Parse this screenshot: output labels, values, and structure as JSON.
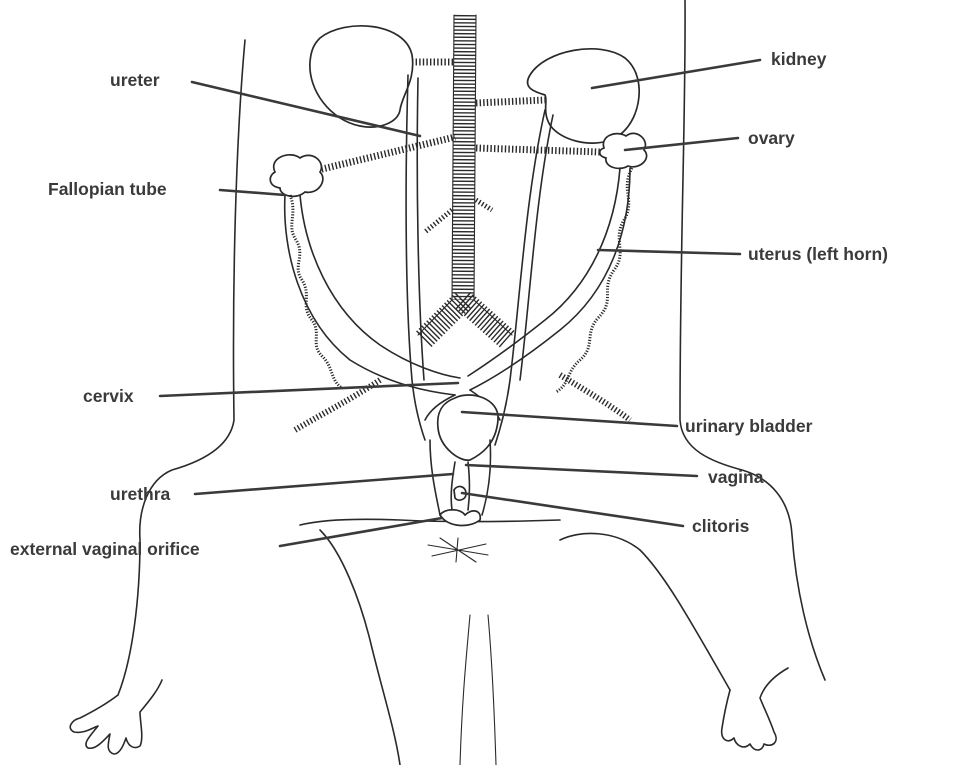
{
  "labels": {
    "ureter": "ureter",
    "fallopian_tube": "Fallopian tube",
    "cervix": "cervix",
    "urethra": "urethra",
    "external_vaginal_orifice": "external vaginal orifice",
    "kidney": "kidney",
    "ovary": "ovary",
    "uterus_left_horn": "uterus (left horn)",
    "urinary_bladder": "urinary bladder",
    "vagina": "vagina",
    "clitoris": "clitoris"
  }
}
